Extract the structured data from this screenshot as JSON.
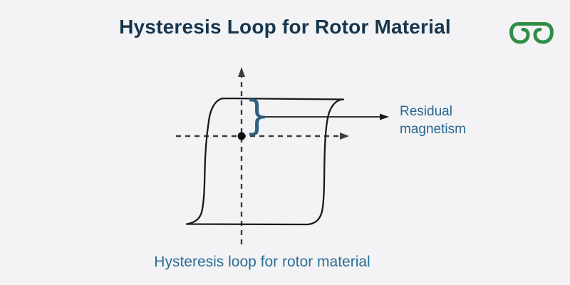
{
  "page": {
    "background_color": "#f3f3f5"
  },
  "header": {
    "title": "Hysteresis Loop for Rotor Material",
    "title_color": "#17364d",
    "logo": {
      "name": "geeksforgeeks-logo",
      "color": "#2f8d46"
    }
  },
  "diagram": {
    "loop_color": "#1a1a1a",
    "axes": {
      "color": "#3d3d3d",
      "style": "dashed"
    },
    "origin_dot_color": "#111111",
    "annotation": {
      "brace_glyph": "}",
      "brace_color": "#30607d",
      "arrow_color": "#1a1a1a",
      "label": "Residual magnetism",
      "label_color": "#27678f"
    },
    "caption": "Hysteresis loop for rotor material",
    "caption_color": "#2b6e94"
  }
}
